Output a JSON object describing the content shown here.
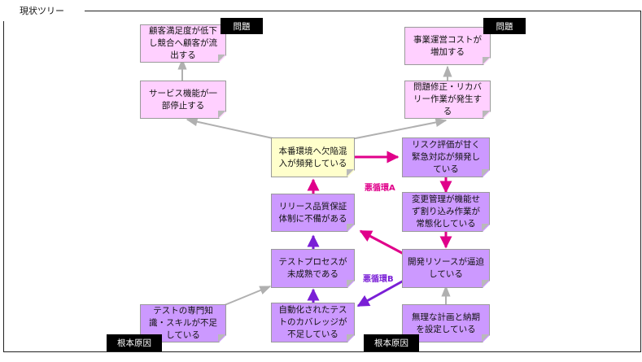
{
  "frame_title": "現状ツリー",
  "nodes": {
    "customer_satisfaction": "顧客満足度が低下し競合へ顧客が流出する",
    "service_down": "サービス機能が一部停止する",
    "ops_cost": "事業運営コストが増加する",
    "fix_recovery": "問題修正・リカバリー作業が発生する",
    "prod_defects": "本番環境へ欠陥混入が頻発している",
    "risk_eval": "リスク評価が甘く緊急対応が頻発している",
    "change_mgmt": "変更管理が機能せず割り込み作業が常態化している",
    "release_qa": "リリース品質保証体制に不備がある",
    "test_process": "テストプロセスが未成熟である",
    "dev_resources": "開発リソースが逼迫している",
    "test_skill": "テストの専門知識・スキルが不足している",
    "automation": "自動化されたテストのカバレッジが不足している",
    "plan": "無理な計画と納期を設定している"
  },
  "tags": {
    "problem_left": "問題",
    "problem_right": "問題",
    "root_left": "根本原因",
    "root_right": "根本原因"
  },
  "loops": {
    "a": "悪循環A",
    "b": "悪循環B"
  },
  "colors": {
    "problem_note": "#ffd0ff",
    "cause_note": "#cc99ff",
    "core_note": "#ffffcc",
    "loop_a": "#e0008a",
    "loop_b": "#7a1fd6",
    "link_gray": "#b0b0b0"
  }
}
